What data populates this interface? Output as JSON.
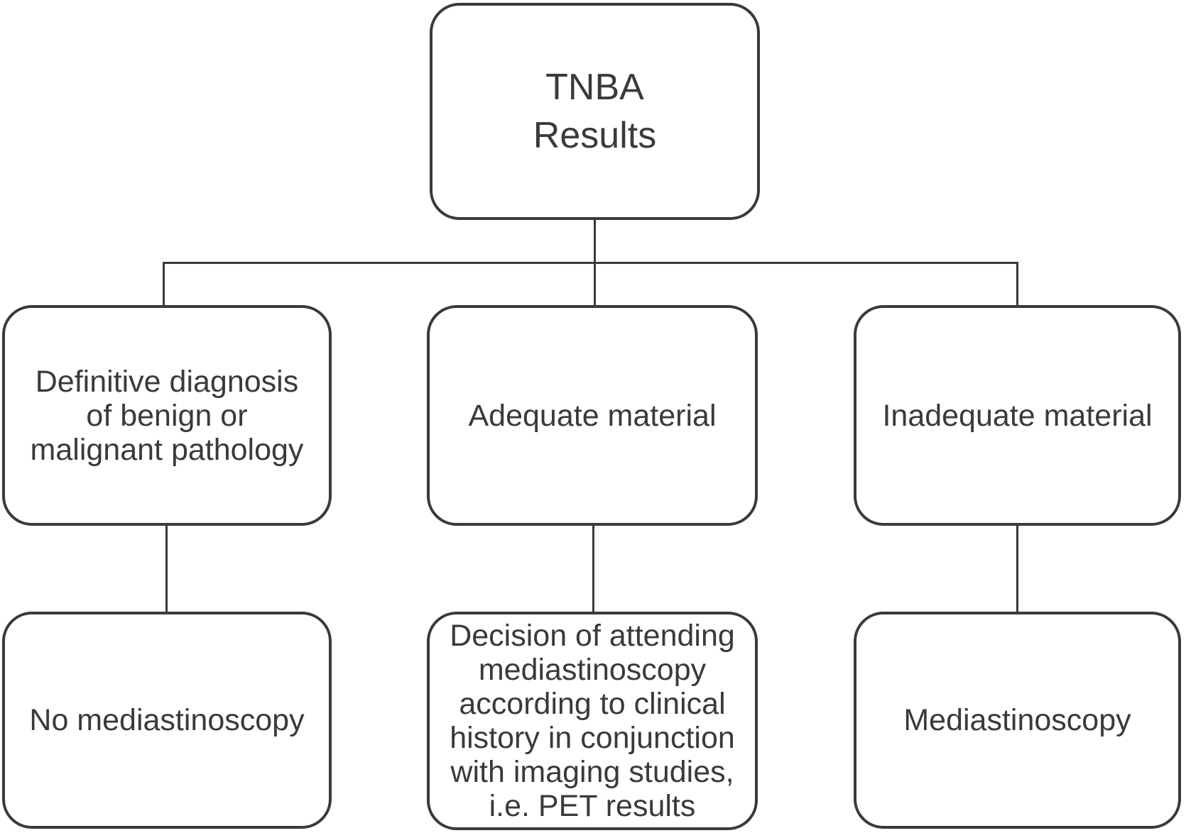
{
  "figure": {
    "type": "flowchart",
    "colors": {
      "line": "#3a3a3a",
      "text": "#3a3a3a",
      "background": "#ffffff"
    },
    "nodes": {
      "root": {
        "label": "TNBA\nResults"
      },
      "definitive": {
        "label": "Definitive diagnosis\nof benign or\nmalignant pathology"
      },
      "adequate": {
        "label": "Adequate material"
      },
      "inadequate": {
        "label": "Inadequate material"
      },
      "no_mediastinoscopy": {
        "label": "No mediastinoscopy"
      },
      "decision": {
        "label": "Decision of attending\nmediastinoscopy\naccording to clinical\nhistory in conjunction\nwith imaging studies,\ni.e. PET results"
      },
      "mediastinoscopy": {
        "label": "Mediastinoscopy"
      }
    },
    "edges": [
      {
        "from": "root",
        "to": "definitive"
      },
      {
        "from": "root",
        "to": "adequate"
      },
      {
        "from": "root",
        "to": "inadequate"
      },
      {
        "from": "definitive",
        "to": "no_mediastinoscopy"
      },
      {
        "from": "adequate",
        "to": "decision"
      },
      {
        "from": "inadequate",
        "to": "mediastinoscopy"
      }
    ]
  }
}
